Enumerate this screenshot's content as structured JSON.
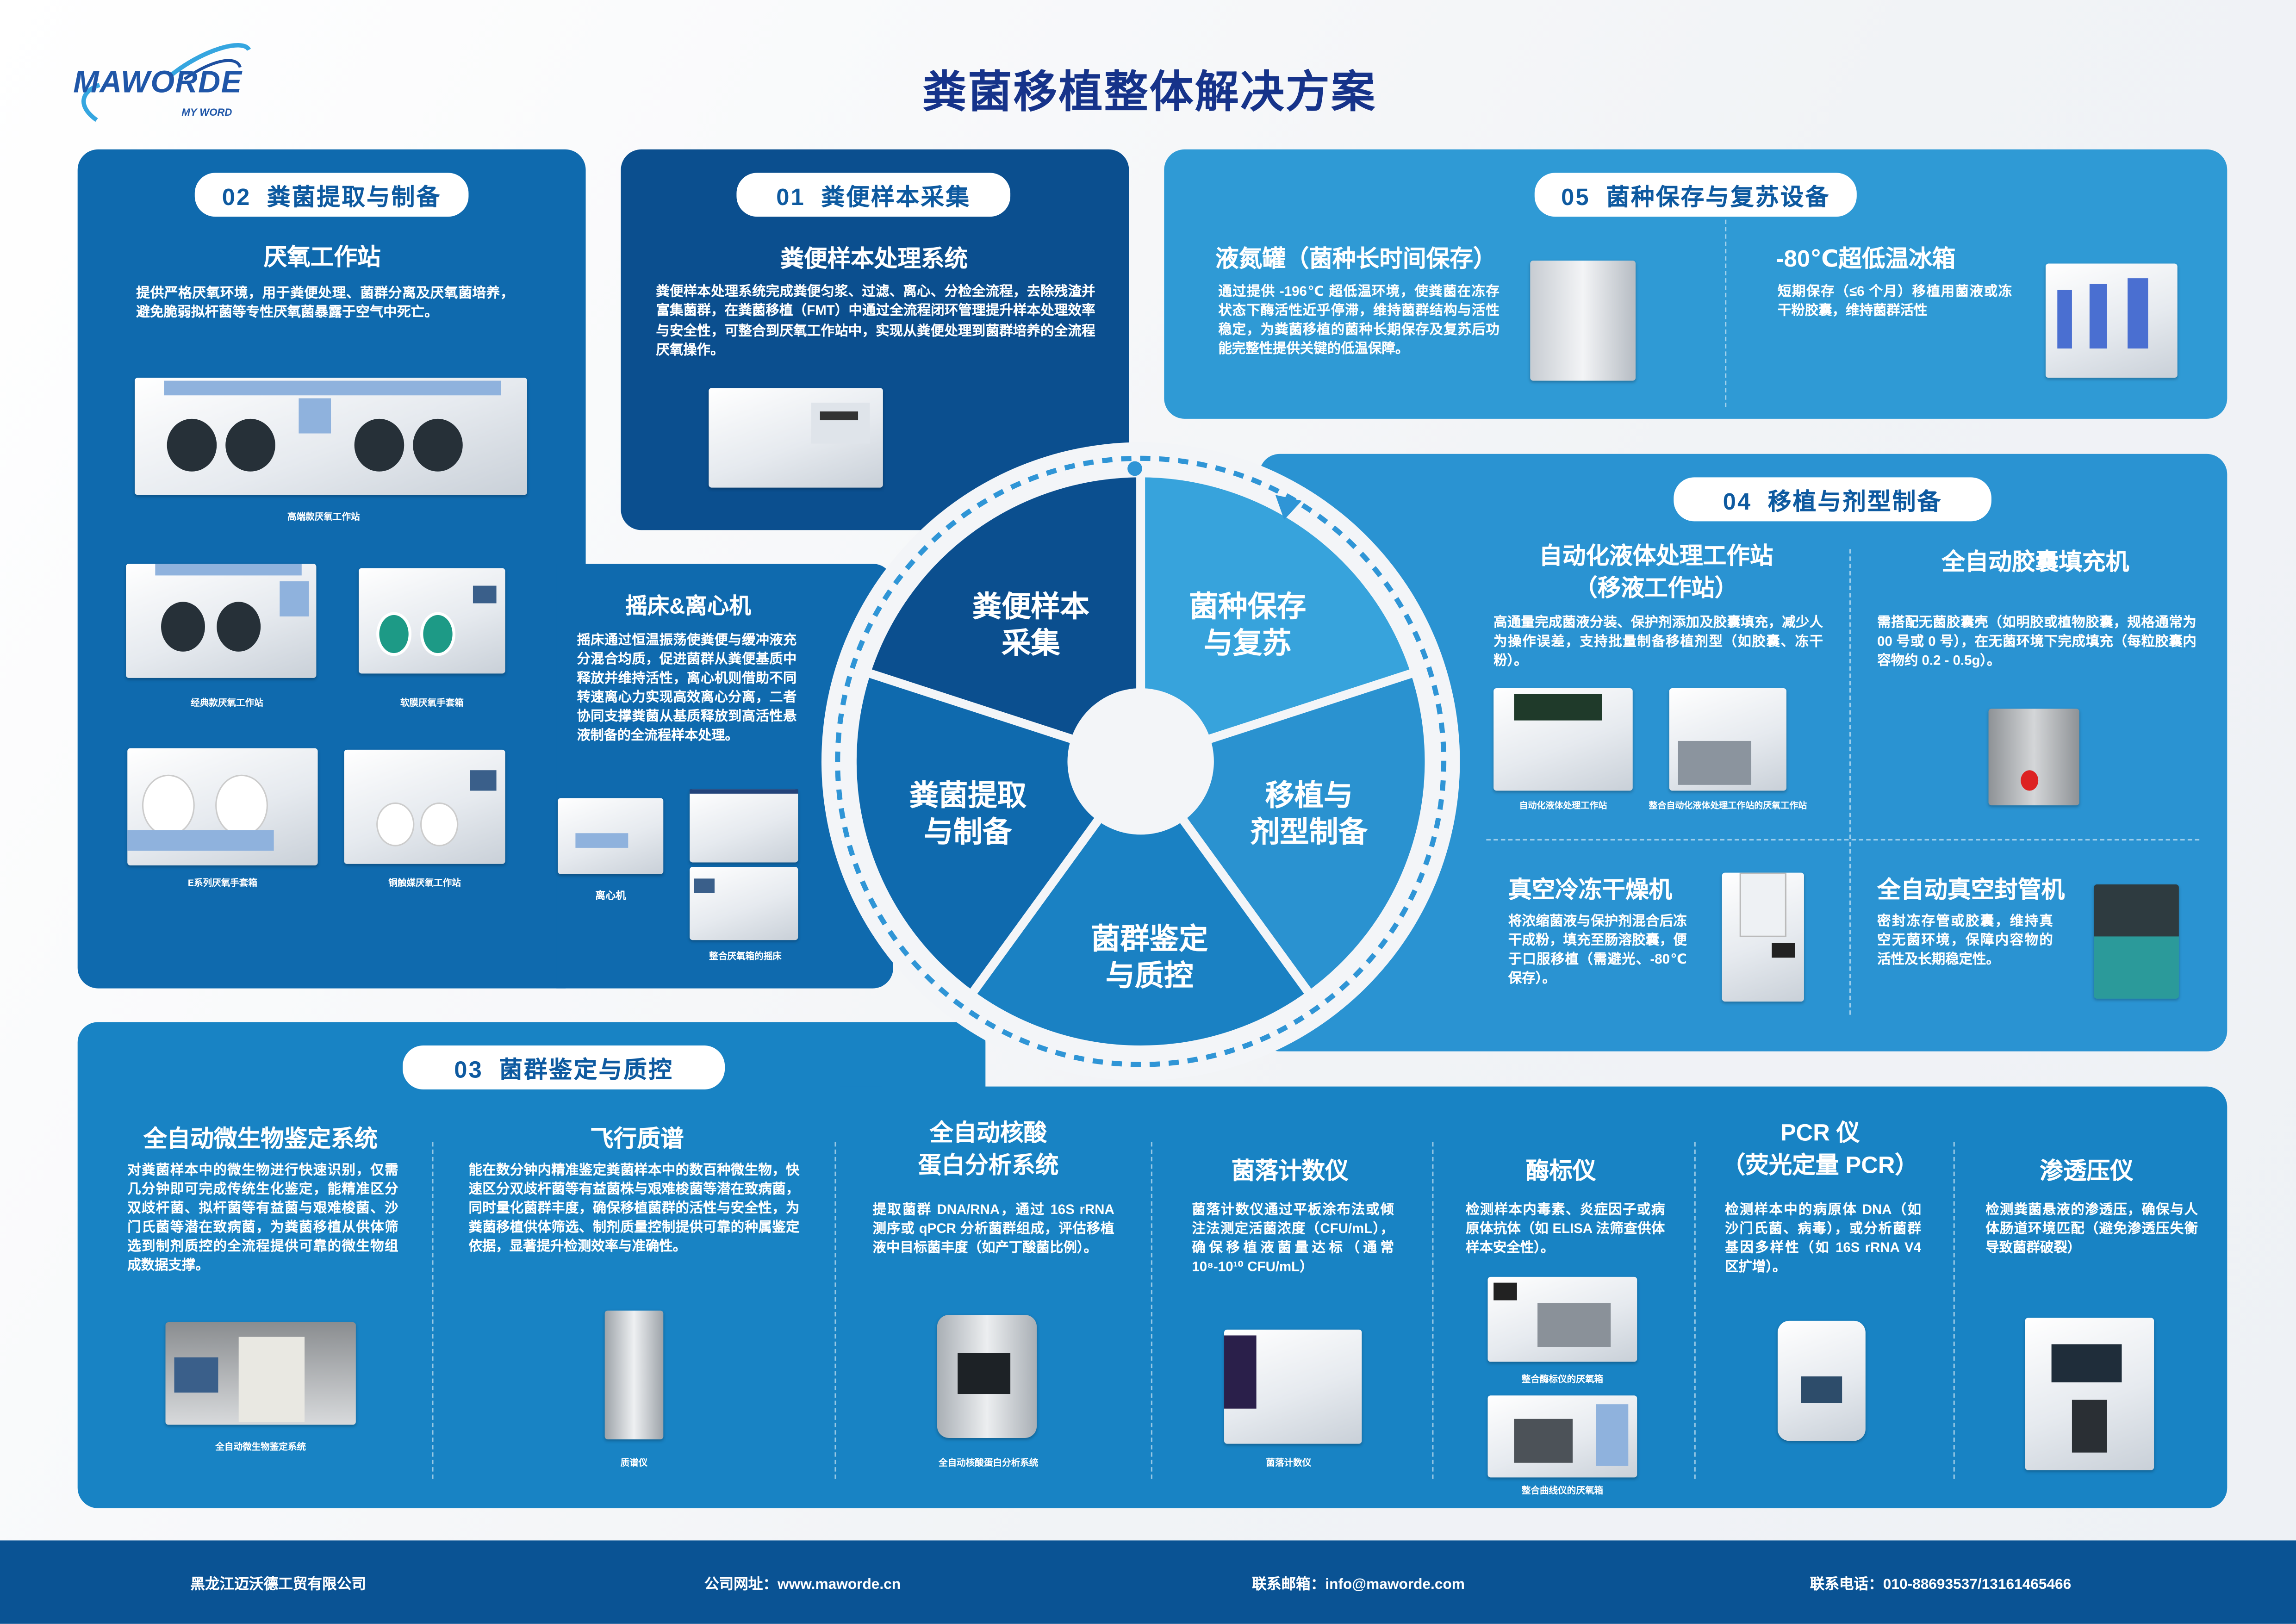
{
  "brand": {
    "logo": "MAWORDE",
    "tagline": "MY WORD"
  },
  "title": "粪菌移植整体解决方案",
  "colors": {
    "title": "#16338a",
    "panel01": "#0b4f8f",
    "panel02": "#0f6aae",
    "panel03": "#1883c4",
    "panel04": "#2a93d2",
    "panel05": "#2f9ad5",
    "footer": "#0a5394"
  },
  "wheel": {
    "segments": [
      {
        "lines": [
          "粪便样本",
          "采集"
        ],
        "color": "#0b4f8f"
      },
      {
        "lines": [
          "菌种保存",
          "与复苏"
        ],
        "color": "#37a3dc"
      },
      {
        "lines": [
          "移植与",
          "剂型制备"
        ],
        "color": "#2a92d0"
      },
      {
        "lines": [
          "菌群鉴定",
          "与质控"
        ],
        "color": "#1a81c3"
      },
      {
        "lines": [
          "粪菌提取",
          "与制备"
        ],
        "color": "#0f6aae"
      }
    ]
  },
  "s01": {
    "pill": "01  粪便样本采集",
    "title": "粪便样本处理系统",
    "desc": "粪便样本处理系统完成粪便匀浆、过滤、离心、分检全流程，去除残渣并富集菌群，在粪菌移植（FMT）中通过全流程闭环管理提升样本处理效率与安全性，可整合到厌氧工作站中，实现从粪便处理到菌群培养的全流程厌氧操作。"
  },
  "s02": {
    "pill": "02  粪菌提取与制备",
    "title": "厌氧工作站",
    "desc": "提供严格厌氧环境，用于粪便处理、菌群分离及厌氧菌培养，避免脆弱拟杆菌等专性厌氧菌暴露于空气中死亡。",
    "captions": [
      "高端款厌氧工作站",
      "经典款厌氧工作站",
      "软膜厌氧手套箱",
      "E系列厌氧手套箱",
      "铜触媒厌氧工作站"
    ],
    "shaker": {
      "title": "摇床&离心机",
      "desc": "摇床通过恒温振荡使粪便与缓冲液充分混合均质，促进菌群从粪便基质中释放并维持活性，离心机则借助不同转速离心力实现高效离心分离，二者协同支撑粪菌从基质释放到高活性悬液制备的全流程样本处理。",
      "captions": [
        "离心机",
        "整合厌氧箱的摇床"
      ]
    }
  },
  "s05": {
    "pill": "05  菌种保存与复苏设备",
    "items": [
      {
        "title": "液氮罐（菌种长时间保存）",
        "desc": "通过提供 -196℃ 超低温环境，使粪菌在冻存状态下酶活性近乎停滞，维持菌群结构与活性稳定，为粪菌移植的菌种长期保存及复苏后功能完整性提供关键的低温保障。"
      },
      {
        "title": "-80℃超低温冰箱",
        "desc": "短期保存（≤6 个月）移植用菌液或冻干粉胶囊，维持菌群活性"
      }
    ]
  },
  "s04": {
    "pill": "04  移植与剂型制备",
    "items": [
      {
        "title": [
          "自动化液体处理工作站",
          "（移液工作站）"
        ],
        "desc": "高通量完成菌液分装、保护剂添加及胶囊填充，减少人为操作误差，支持批量制备移植剂型（如胶囊、冻干粉）。",
        "captions": [
          "自动化液体处理工作站",
          "整合自动化液体处理工作站的厌氧工作站"
        ]
      },
      {
        "title": [
          "全自动胶囊填充机"
        ],
        "desc": "需搭配无菌胶囊壳（如明胶或植物胶囊，规格通常为 00 号或 0 号），在无菌环境下完成填充（每粒胶囊内容物约 0.2 - 0.5g）。"
      },
      {
        "title": [
          "真空冷冻干燥机"
        ],
        "desc": "将浓缩菌液与保护剂混合后冻干成粉，填充至肠溶胶囊，便于口服移植（需避光、-80℃保存）。"
      },
      {
        "title": [
          "全自动真空封管机"
        ],
        "desc": "密封冻存管或胶囊，维持真空无菌环境，保障内容物的活性及长期稳定性。"
      }
    ]
  },
  "s03": {
    "pill": "03  菌群鉴定与质控",
    "items": [
      {
        "title": [
          "全自动微生物鉴定系统"
        ],
        "desc": "对粪菌样本中的微生物进行快速识别，仅需几分钟即可完成传统生化鉴定，能精准区分双歧杆菌、拟杆菌等有益菌与艰难梭菌、沙门氏菌等潜在致病菌，为粪菌移植从供体筛选到制剂质控的全流程提供可靠的微生物组成数据支撑。",
        "captions": [
          "全自动微生物鉴定系统"
        ]
      },
      {
        "title": [
          "飞行质谱"
        ],
        "desc": "能在数分钟内精准鉴定粪菌样本中的数百种微生物，快速区分双歧杆菌等有益菌株与艰难梭菌等潜在致病菌，同时量化菌群丰度，确保移植菌群的活性与安全性，为粪菌移植供体筛选、制剂质量控制提供可靠的种属鉴定依据，显著提升检测效率与准确性。",
        "captions": [
          "质谱仪"
        ]
      },
      {
        "title": [
          "全自动核酸",
          "蛋白分析系统"
        ],
        "desc": "提取菌群 DNA/RNA，通过 16S rRNA 测序或 qPCR 分析菌群组成，评估移植液中目标菌丰度（如产丁酸菌比例）。",
        "captions": [
          "全自动核酸蛋白分析系统"
        ]
      },
      {
        "title": [
          "菌落计数仪"
        ],
        "desc": "菌落计数仪通过平板涂布法或倾注法测定活菌浓度（CFU/mL），确保移植液菌量达标（通常 10⁸-10¹⁰ CFU/mL）",
        "captions": [
          "菌落计数仪"
        ]
      },
      {
        "title": [
          "酶标仪"
        ],
        "desc": "检测样本内毒素、炎症因子或病原体抗体（如 ELISA 法筛查供体样本安全性）。",
        "captions": [
          "整合酶标仪的厌氧箱",
          "整合曲线仪的厌氧箱"
        ]
      },
      {
        "title": [
          "PCR 仪",
          "（荧光定量 PCR）"
        ],
        "desc": "检测样本中的病原体 DNA（如沙门氏菌、病毒），或分析菌群基因多样性（如 16S rRNA V4 区扩增）。"
      },
      {
        "title": [
          "渗透压仪"
        ],
        "desc": "检测粪菌悬液的渗透压，确保与人体肠道环境匹配（避免渗透压失衡导致菌群破裂）"
      }
    ]
  },
  "footer": {
    "company": "黑龙江迈沃德工贸有限公司",
    "website": "公司网址：www.maworde.cn",
    "email": "联系邮箱：info@maworde.com",
    "phone": "联系电话：010-88693537/13161465466"
  }
}
